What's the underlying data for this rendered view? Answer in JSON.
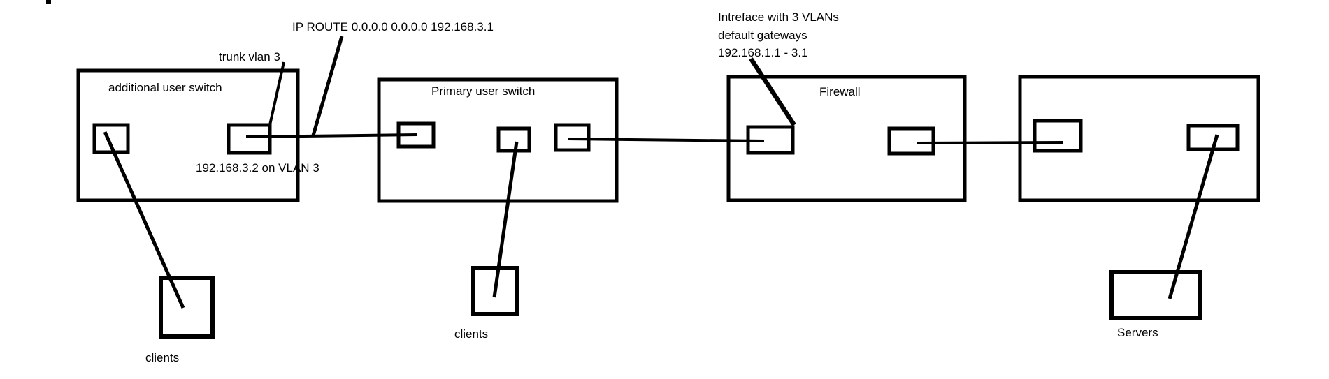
{
  "colors": {
    "ink": "#000000",
    "background": "#ffffff"
  },
  "devices": {
    "additional": {
      "label": "additional user switch",
      "ports": 2
    },
    "primary": {
      "label": "Primary user switch",
      "ports": 3
    },
    "firewall": {
      "label": "Firewall",
      "ports": 2
    },
    "unlabeled": {
      "label": "",
      "ports": 2
    }
  },
  "endpoints": {
    "clients_left": {
      "label": "clients"
    },
    "clients_middle": {
      "label": "clients"
    },
    "servers": {
      "label": "Servers"
    }
  },
  "annotations": {
    "ip_route": "IP ROUTE 0.0.0.0 0.0.0.0 192.168.3.1",
    "trunk_vlan": "trunk vlan 3",
    "vlan_ip": "192.168.3.2 on VLAN 3",
    "firewall_note": {
      "line1": "Intreface with 3 VLANs",
      "line2": "default gateways",
      "line3": "192.168.1.1 - 3.1"
    }
  },
  "connections": [
    {
      "from": "additional user switch port 2",
      "to": "Primary user switch port 1"
    },
    {
      "from": "Primary user switch port 3",
      "to": "Firewall port 1"
    },
    {
      "from": "Firewall port 2",
      "to": "unlabeled switch port 1"
    },
    {
      "from": "additional user switch port 1",
      "to": "clients (left)"
    },
    {
      "from": "Primary user switch port 2",
      "to": "clients (middle)"
    },
    {
      "from": "unlabeled switch port 2",
      "to": "Servers"
    }
  ]
}
